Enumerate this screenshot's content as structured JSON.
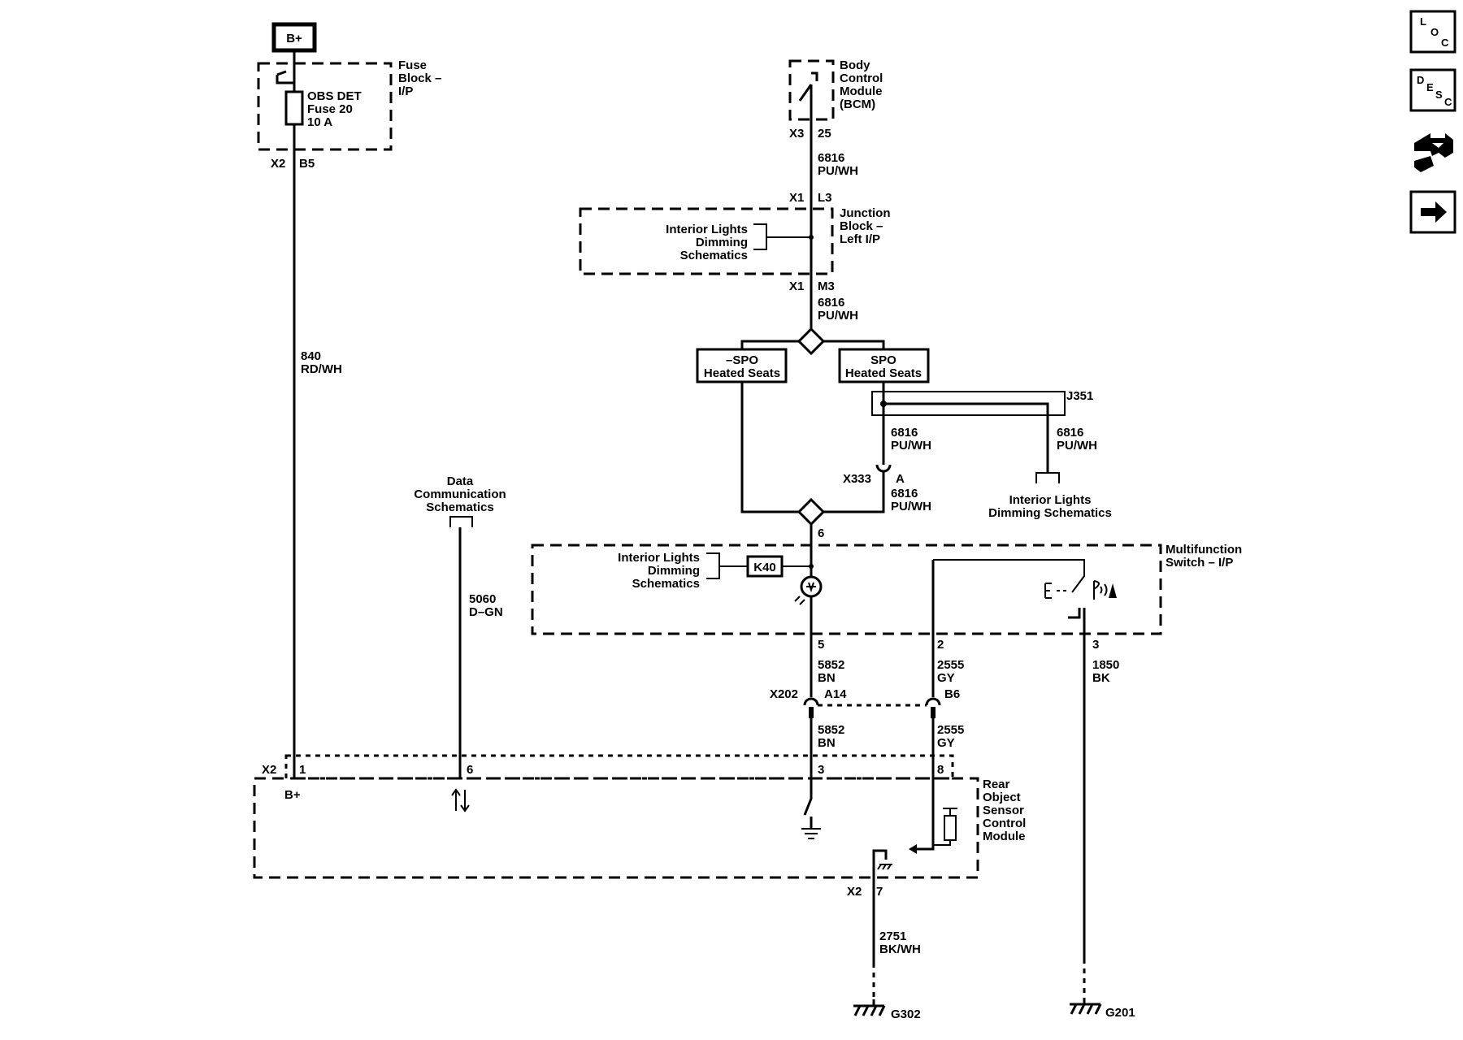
{
  "power": {
    "label": "B+"
  },
  "fuse_block": {
    "name_lines": [
      "Fuse",
      "Block –",
      "I/P"
    ],
    "fuse_lines": [
      "OBS DET",
      "Fuse 20",
      "10 A"
    ],
    "conn": "X2",
    "pin": "B5"
  },
  "wire_840": {
    "num": "840",
    "color": "RD/WH"
  },
  "bcm": {
    "name_lines": [
      "Body",
      "Control",
      "Module",
      "(BCM)"
    ],
    "conn": "X3",
    "pin": "25"
  },
  "wire_6816_a": {
    "num": "6816",
    "color": "PU/WH"
  },
  "junction_block": {
    "name_lines": [
      "Junction",
      "Block –",
      "Left I/P"
    ],
    "ref_lines": [
      "Interior Lights",
      "Dimming",
      "Schematics"
    ],
    "conn_top": "X1",
    "pin_top": "L3",
    "conn_bot": "X1",
    "pin_bot": "M3"
  },
  "wire_6816_b": {
    "num": "6816",
    "color": "PU/WH"
  },
  "option_no_spo": {
    "line1": "–SPO",
    "line2": "Heated Seats"
  },
  "option_spo": {
    "line1": "SPO",
    "line2": "Heated Seats"
  },
  "splice": {
    "label": "J351"
  },
  "wire_6816_c": {
    "num": "6816",
    "color": "PU/WH"
  },
  "wire_6816_d": {
    "num": "6816",
    "color": "PU/WH"
  },
  "x333": {
    "conn": "X333",
    "pin": "A"
  },
  "wire_6816_e": {
    "num": "6816",
    "color": "PU/WH"
  },
  "interior_ref_right": {
    "lines": [
      "Interior Lights",
      "Dimming Schematics"
    ]
  },
  "data_comm": {
    "lines": [
      "Data",
      "Communication",
      "Schematics"
    ]
  },
  "wire_5060": {
    "num": "5060",
    "color": "D–GN"
  },
  "mfs": {
    "name_lines": [
      "Multifunction",
      "Switch – I/P"
    ],
    "ref_lines": [
      "Interior Lights",
      "Dimming",
      "Schematics"
    ],
    "k40": "K40",
    "pin_top": "6",
    "pin_5": "5",
    "pin_2": "2",
    "pin_3": "3"
  },
  "wire_5852_a": {
    "num": "5852",
    "color": "BN"
  },
  "wire_2555_a": {
    "num": "2555",
    "color": "GY"
  },
  "wire_1850": {
    "num": "1850",
    "color": "BK"
  },
  "x202": {
    "conn": "X202",
    "pin_a": "A14",
    "pin_b": "B6"
  },
  "wire_5852_b": {
    "num": "5852",
    "color": "BN"
  },
  "wire_2555_b": {
    "num": "2555",
    "color": "GY"
  },
  "rosm": {
    "name_lines": [
      "Rear",
      "Object",
      "Sensor",
      "Control",
      "Module"
    ],
    "conn": "X2",
    "pin_1": "1",
    "pin_6": "6",
    "pin_3": "3",
    "pin_8": "8",
    "bplus": "B+",
    "conn_bot": "X2",
    "pin_7": "7"
  },
  "wire_2751": {
    "num": "2751",
    "color": "BK/WH"
  },
  "ground_g302": {
    "label": "G302"
  },
  "ground_g201": {
    "label": "G201"
  },
  "nav_buttons": [
    {
      "name": "location",
      "l1": "L",
      "l2": "O",
      "l3": "C"
    },
    {
      "name": "description",
      "l1": "D",
      "l2": "E",
      "l3": "S",
      "l4": "C"
    }
  ]
}
